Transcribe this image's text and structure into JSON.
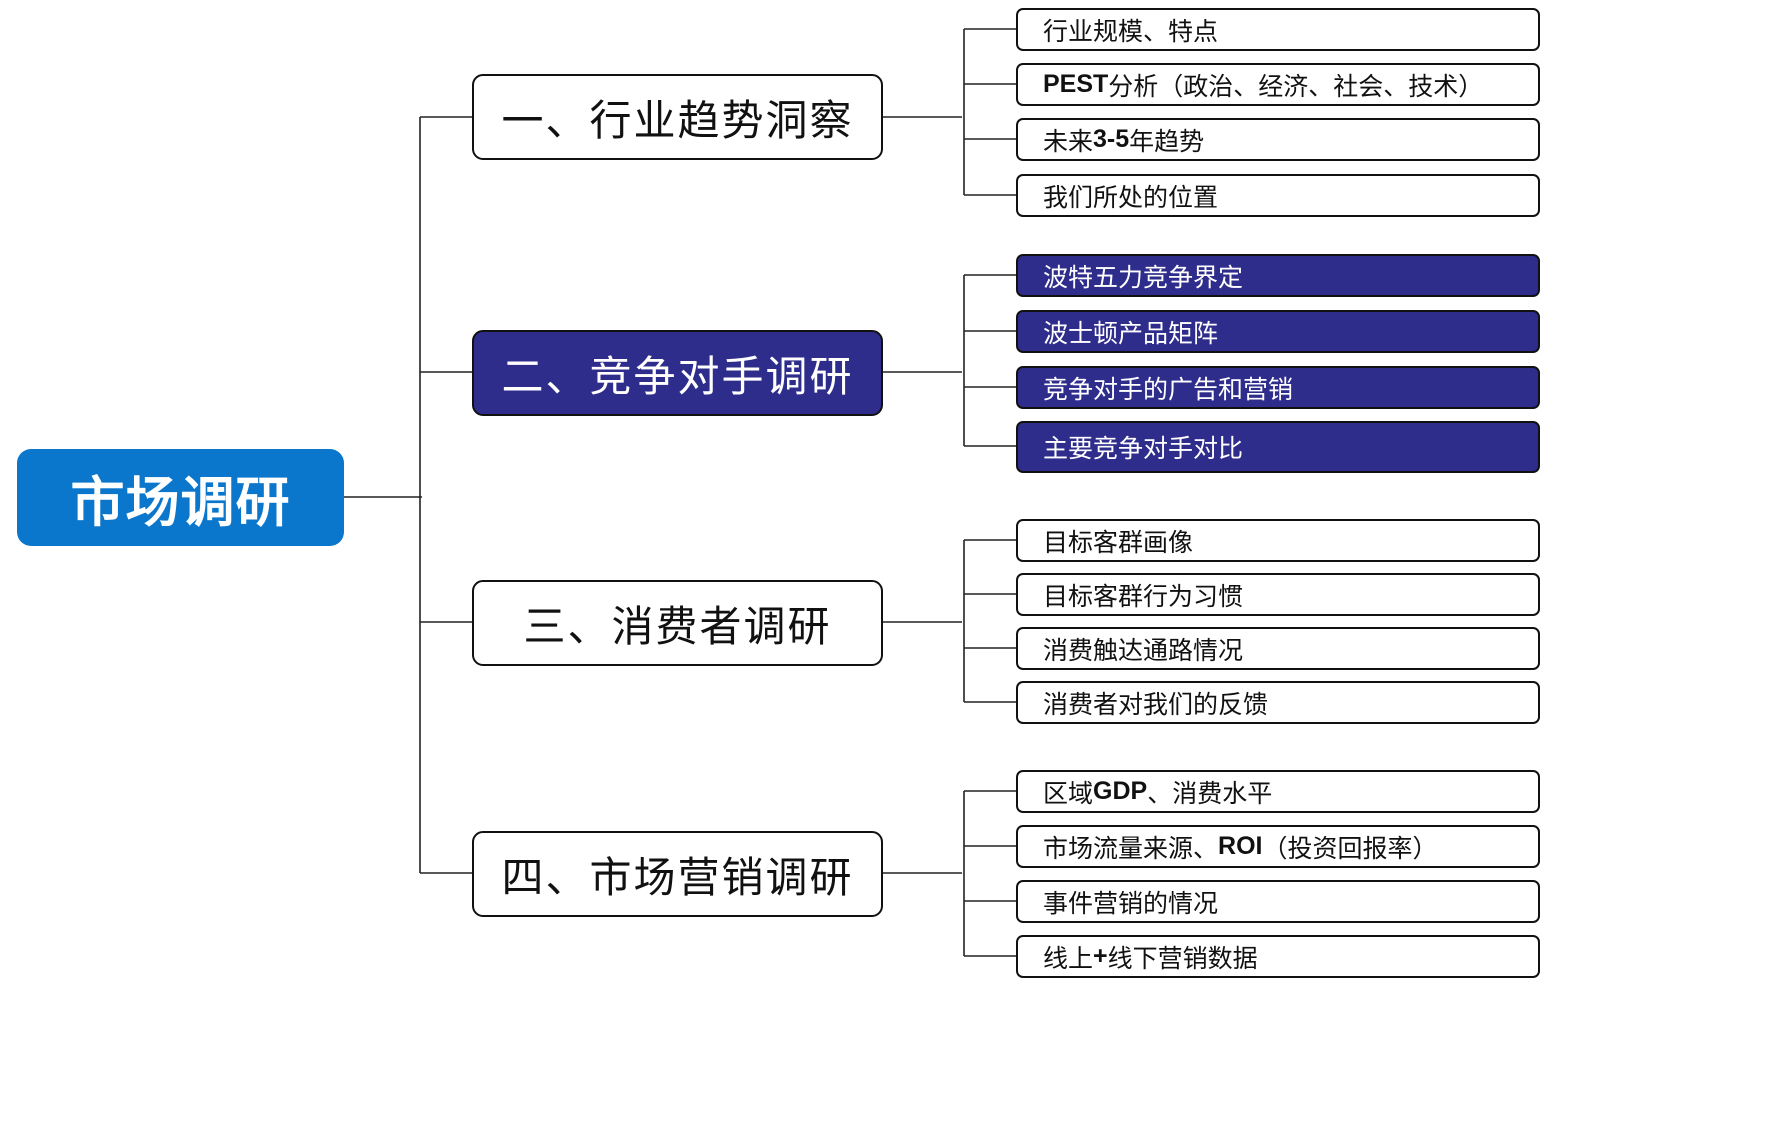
{
  "colors": {
    "root_fill": "#0b77cc",
    "highlight_fill": "#2f2d8c",
    "line": "#222222",
    "border": "#111111"
  },
  "root": {
    "label": "市场调研"
  },
  "categories": [
    {
      "label": "一、行业趋势洞察",
      "highlighted": false,
      "items": [
        {
          "parts": [
            "行业规模、特点"
          ]
        },
        {
          "parts": [
            "PEST",
            "分析（政治、经济、社会、技术）"
          ]
        },
        {
          "parts": [
            "未来",
            "3-5",
            "年趋势"
          ]
        },
        {
          "parts": [
            "我们所处的位置"
          ]
        }
      ]
    },
    {
      "label": "二、竞争对手调研",
      "highlighted": true,
      "items": [
        {
          "parts": [
            "波特五力竞争界定"
          ]
        },
        {
          "parts": [
            "波士顿产品矩阵"
          ]
        },
        {
          "parts": [
            "竞争对手的广告和营销"
          ]
        },
        {
          "parts": [
            "主要竞争对手对比"
          ]
        }
      ]
    },
    {
      "label": "三、消费者调研",
      "highlighted": false,
      "items": [
        {
          "parts": [
            "目标客群画像"
          ]
        },
        {
          "parts": [
            "目标客群行为习惯"
          ]
        },
        {
          "parts": [
            "消费触达通路情况"
          ]
        },
        {
          "parts": [
            "消费者对我们的反馈"
          ]
        }
      ]
    },
    {
      "label": "四、市场营销调研",
      "highlighted": false,
      "items": [
        {
          "parts": [
            "区域",
            "GDP",
            "、消费水平"
          ]
        },
        {
          "parts": [
            "市场流量来源、",
            "ROI",
            "（投资回报率）"
          ]
        },
        {
          "parts": [
            "事件营销的情况"
          ]
        },
        {
          "parts": [
            "线上",
            "+",
            "线下营销数据"
          ]
        }
      ]
    }
  ]
}
